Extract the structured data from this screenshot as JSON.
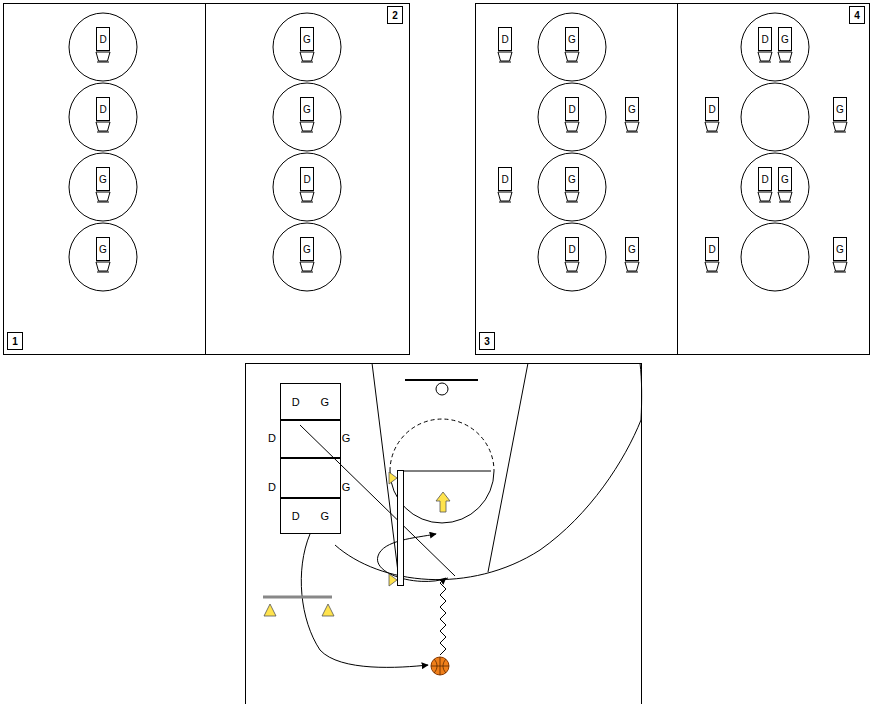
{
  "diagram": {
    "nodes": [
      {
        "text": [
          "D"
        ]
      },
      {
        "text": [
          "D"
        ]
      },
      {
        "text": [
          "G"
        ]
      },
      {
        "text": [
          "G"
        ]
      },
      {
        "text": [
          "1"
        ]
      },
      {
        "text": [
          "G"
        ]
      },
      {
        "text": [
          "G"
        ]
      },
      {
        "text": [
          "D"
        ]
      },
      {
        "text": [
          "G"
        ]
      },
      {
        "text": [
          "2"
        ]
      },
      {
        "text": [
          "D"
        ]
      },
      {
        "text": [
          "G"
        ]
      },
      {
        "text": [
          "D"
        ]
      },
      {
        "text": [
          "G"
        ]
      },
      {
        "text": [
          "D"
        ]
      },
      {
        "text": [
          "G"
        ]
      },
      {
        "text": [
          "D"
        ]
      },
      {
        "text": [
          "G"
        ]
      },
      {
        "text": [
          "3"
        ]
      },
      {
        "text": [
          "D"
        ]
      },
      {
        "text": [
          "G"
        ]
      },
      {
        "text": [
          "D"
        ]
      },
      {
        "text": [
          "G"
        ]
      },
      {
        "text": [
          "D"
        ]
      },
      {
        "text": [
          "G"
        ]
      },
      {
        "text": [
          "D"
        ]
      },
      {
        "text": [
          "G"
        ]
      },
      {
        "text": [
          "4"
        ]
      },
      {
        "text": [
          "D",
          "G"
        ]
      },
      {
        "text": [
          "D",
          "G"
        ]
      }
    ],
    "labels": [
      "D",
      "G",
      "D",
      "G"
    ]
  }
}
